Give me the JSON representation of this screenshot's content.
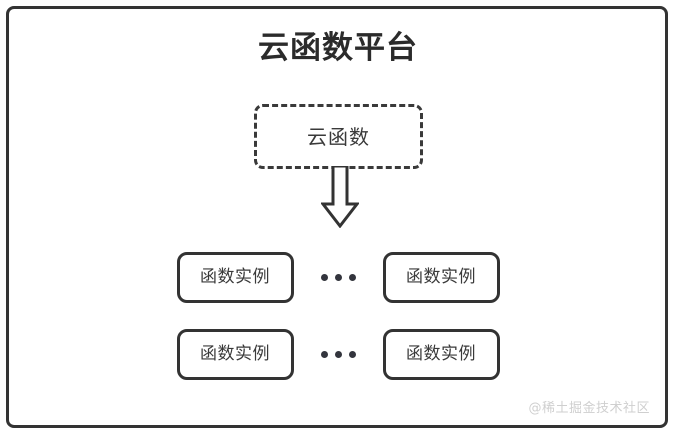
{
  "diagram": {
    "title": "云函数平台",
    "platform_frame_label": "云函数平台",
    "cloud_function": {
      "label": "云函数",
      "style": "dashed"
    },
    "arrow": {
      "icon": "down-arrow-outline",
      "direction": "down"
    },
    "instance_rows": [
      {
        "left": {
          "label": "函数实例"
        },
        "ellipsis": "•••",
        "right": {
          "label": "函数实例"
        }
      },
      {
        "left": {
          "label": "函数实例"
        },
        "ellipsis": "•••",
        "right": {
          "label": "函数实例"
        }
      }
    ],
    "watermark": "@稀土掘金技术社区",
    "colors": {
      "stroke": "#333333",
      "dashed_stroke": "#3a3a3a",
      "text": "#2b2b2b",
      "dot": "#33353d",
      "watermark": "#cfcfcf",
      "background": "#ffffff"
    }
  }
}
